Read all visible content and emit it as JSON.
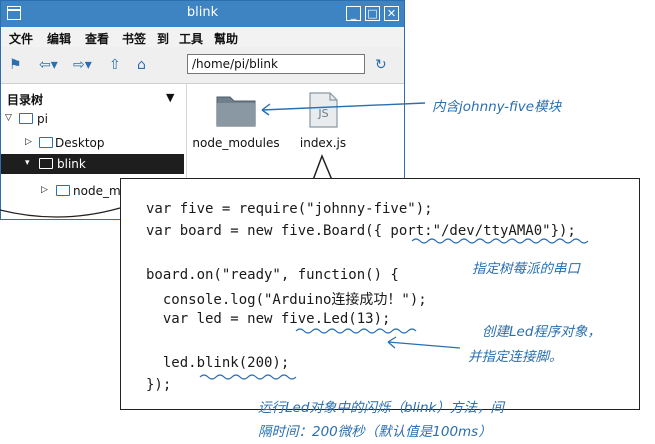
{
  "window": {
    "title": "blink",
    "controls": [
      "_",
      "□",
      "✕"
    ]
  },
  "menu": [
    "文件",
    "编辑",
    "查看",
    "书签",
    "到",
    "工具",
    "幫助"
  ],
  "toolbar": {
    "address": "/home/pi/blink"
  },
  "sidebar": {
    "header": "目录树",
    "items": [
      {
        "label": "pi"
      },
      {
        "label": "Desktop"
      },
      {
        "label": "blink"
      },
      {
        "label": "node_mo"
      }
    ]
  },
  "files": [
    {
      "name": "node_modules",
      "icon": "folder-icon"
    },
    {
      "name": "index.js",
      "icon": "js-file-icon",
      "badge": "JS"
    }
  ],
  "code": {
    "lines": [
      "var five = require(\"johnny-five\");",
      "var board = new five.Board({ port:\"/dev/ttyAMA0\"});",
      "",
      "board.on(\"ready\", function() {",
      "  console.log(\"Arduino连接成功！\");",
      "  var led = new five.Led(13);",
      "",
      "  led.blink(200);",
      "});"
    ]
  },
  "annotations": {
    "node_modules": "内含johnny-five模块",
    "port": "指定树莓派的串口",
    "led_line1": "创建Led程序对象，",
    "led_line2": "并指定连接脚。",
    "blink_line1": "运行Led对象中的闪烁（blink）方法，间",
    "blink_line2": "隔时间：200微秒（默认值是100ms）"
  },
  "colors": {
    "accent": "#3f84c2",
    "annotation": "#2a6fb0"
  }
}
